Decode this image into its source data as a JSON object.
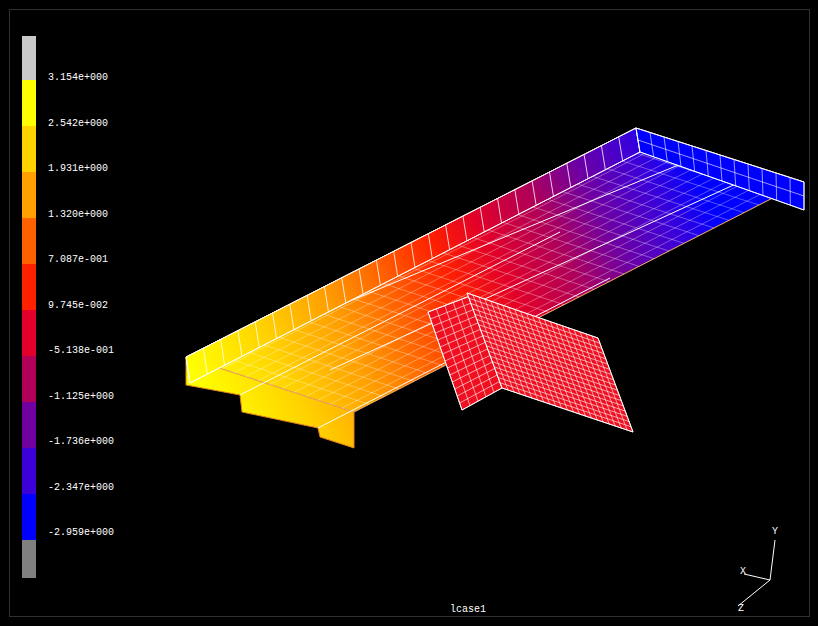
{
  "diagram": {
    "labels": [
      "3.154e+000",
      "2.542e+000",
      "1.931e+000",
      "1.320e+000",
      "7.087e-001",
      "9.745e-002",
      "-5.138e-001",
      "-1.125e+000",
      "-1.736e+000",
      "-2.347e+000",
      "-2.959e+000",
      "lcase1",
      "Y",
      "X",
      "Z"
    ]
  }
}
